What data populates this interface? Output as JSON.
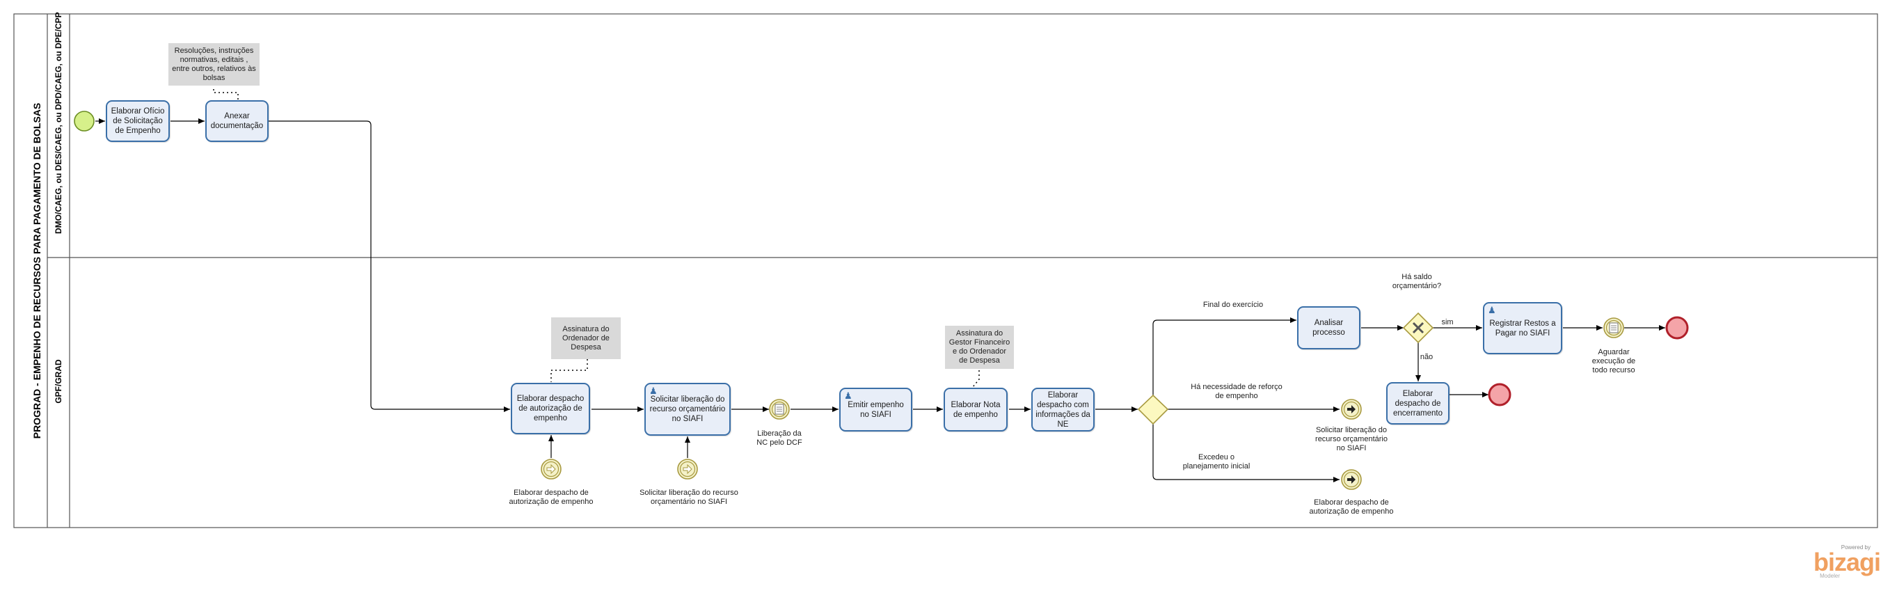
{
  "pool": {
    "title": "PROGRAD - EMPENHO DE RECURSOS PARA PAGAMENTO DE BOLSAS"
  },
  "lanes": {
    "top": {
      "title": "DMO/CAEG, ou DES/CAEG, ou DPD/CAEG, ou DPE/CPP"
    },
    "bottom": {
      "title": "GPF/GRAD"
    }
  },
  "tasks": {
    "elaborar_oficio": {
      "label": "Elaborar Ofício de Solicitação de Empenho"
    },
    "anexar_documentacao": {
      "label": "Anexar documentação"
    },
    "elaborar_despacho_autorizacao": {
      "label": "Elaborar despacho de autorização de empenho"
    },
    "solicitar_liberacao": {
      "label": "Solicitar liberação do recurso orçamentário no SIAFI"
    },
    "emitir_empenho": {
      "label": "Emitir empenho no SIAFI"
    },
    "elaborar_nota": {
      "label": "Elaborar Nota de empenho"
    },
    "elaborar_despacho_ne": {
      "label": "Elaborar despacho com informações da NE"
    },
    "analisar_processo": {
      "label": "Analisar processo"
    },
    "registrar_restos": {
      "label": "Registrar Restos a Pagar no SIAFI"
    },
    "elaborar_despacho_encerramento": {
      "label": "Elaborar despacho de encerramento"
    }
  },
  "notes": {
    "resolucoes": "Resoluções, instruções normativas, editais , entre outros, relativos às bolsas",
    "assinatura_ordenador": "Assinatura do Ordenador de Despesa",
    "assinatura_gestor": "Assinatura do Gestor Financeiro e do Ordenador de Despesa"
  },
  "event_labels": {
    "link_in_despacho": "Elaborar despacho de autorização de empenho",
    "link_in_solicitar": "Solicitar liberação do recurso orçamentário no SIAFI",
    "liberacao_nc": "Liberação da NC pelo DCF",
    "aguardar_execucao": "Aguardar execução de todo recurso",
    "link_out_solicitar": "Solicitar liberação do recurso orçamentário no SIAFI",
    "link_out_despacho": "Elaborar despacho de autorização de empenho"
  },
  "gateway_labels": {
    "ha_saldo": "Há saldo orçamentário?"
  },
  "flow_labels": {
    "final_exercicio": "Final do exercício",
    "reforco": "Há necessidade de reforço de empenho",
    "excedeu": "Excedeu o planejamento inicial",
    "sim": "sim",
    "nao": "não"
  },
  "branding": {
    "powered_by": "Powered by",
    "logo": "bizagi",
    "product": "Modeler"
  },
  "colors": {
    "task_border": "#3a6fa8",
    "task_fill": "#e8eef8",
    "start_event_fill": "#d6f08a",
    "end_event_fill": "#f4a4a8",
    "end_event_border": "#b0202a",
    "gateway_fill": "#fcf8c0",
    "intermediate_border": "#a89a40",
    "note_fill": "#d9d9d9"
  }
}
